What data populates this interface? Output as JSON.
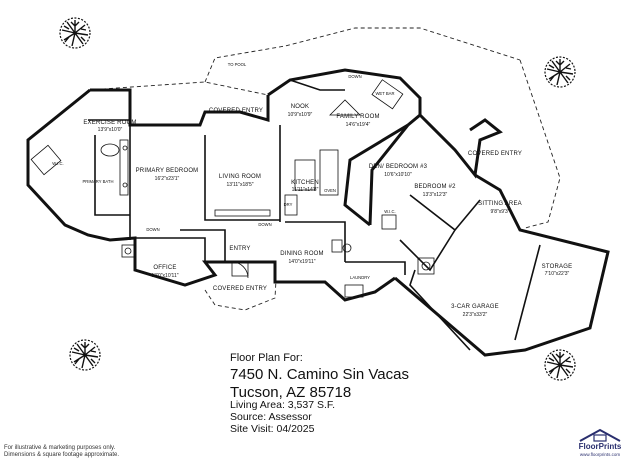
{
  "plan": {
    "labels": {
      "to_pool": "TO POOL",
      "exercise_room": "EXERCISE ROOM",
      "exercise_room_dim": "13'9\"x10'0\"",
      "wic": "W.I.C.",
      "primary_bath": "PRIMARY BATH",
      "primary_bedroom": "PRIMARY BEDROOM",
      "primary_bedroom_dim": "16'2\"x23'1\"",
      "covered_entry_top": "COVERED ENTRY",
      "living_room": "LIVING ROOM",
      "living_room_dim": "13'11\"x18'5\"",
      "nook": "NOOK",
      "nook_dim": "10'9\"x10'9\"",
      "family_room": "FAMILY ROOM",
      "family_room_dim": "14'6\"x19'4\"",
      "down_top": "DOWN",
      "wet_bar": "WET BAR",
      "kitchen": "KITCHEN",
      "kitchen_dim": "11'11\"x14'8\"",
      "oven": "OVEN",
      "dry": "DRY",
      "den_bedroom3": "DEN/ BEDROOM #3",
      "den_bedroom3_dim": "10'6\"x10'10\"",
      "covered_entry_right": "COVERED ENTRY",
      "bedroom2": "BEDROOM #2",
      "bedroom2_dim": "13'3\"x12'3\"",
      "wic2": "W.I.C.",
      "sitting_area": "SITTING AREA",
      "sitting_area_dim": "9'8\"x9'3\"",
      "down_mid": "DOWN",
      "down_left": "DOWN",
      "office": "OFFICE",
      "office_dim": "13'0\"x10'11\"",
      "entry": "ENTRY",
      "covered_entry_bottom": "COVERED ENTRY",
      "dining_room": "DINING ROOM",
      "dining_room_dim": "14'0\"x19'11\"",
      "laundry": "LAUNDRY",
      "storage": "STORAGE",
      "storage_dim": "7'10\"x22'3\"",
      "garage": "3-CAR GARAGE",
      "garage_dim": "22'3\"x33'2\""
    }
  },
  "info": {
    "heading": "Floor Plan For:",
    "address_line1": "7450 N. Camino Sin Vacas",
    "address_line2": "Tucson, AZ  85718",
    "living_area": "Living Area: 3,537 S.F.",
    "source": "Source:  Assessor",
    "site_visit": "Site Visit:  04/2025"
  },
  "disclaimer": {
    "line1": "For illustrative & marketing purposes only.",
    "line2": "Dimensions & square footage approximate."
  },
  "brand": {
    "name": "FloorPrints",
    "url": "www.floorprints.com"
  }
}
